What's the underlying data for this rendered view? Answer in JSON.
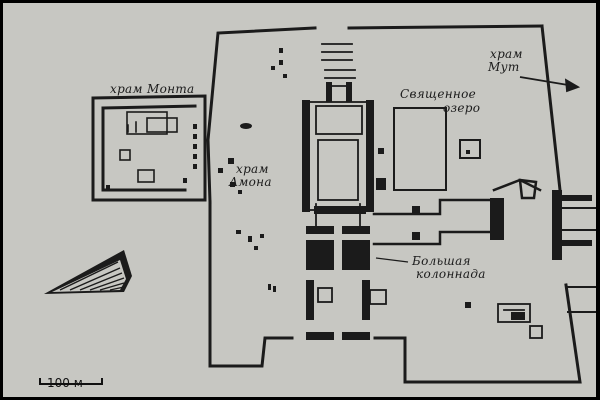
{
  "labels": {
    "temple_montu_1": "храм",
    "temple_montu_2": "Монта",
    "temple_amun_1": "храм",
    "temple_amun_2": "Амона",
    "temple_mut_1": "храм",
    "temple_mut_2": "Мут",
    "sacred_lake_1": "Священное",
    "sacred_lake_2": "озеро",
    "colonnade_1": "Большая",
    "colonnade_2": "колоннада"
  },
  "scale": {
    "text": "100 м"
  },
  "icons": {
    "north": "north-arrow-icon",
    "mut_direction": "arrow-right-icon"
  },
  "colors": {
    "paper": "#c7c7c2",
    "ink": "#1b1b1b",
    "frame": "#000000"
  }
}
